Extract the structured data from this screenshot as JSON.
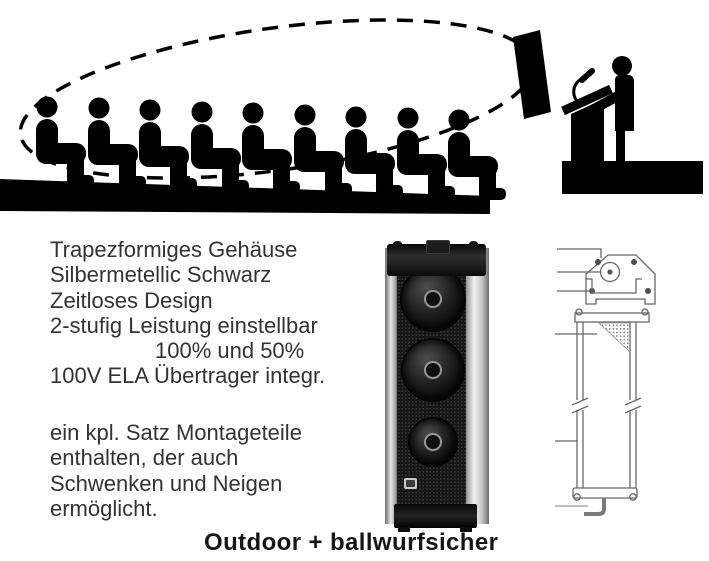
{
  "caption": {
    "text": "Outdoor + ballwurfsicher"
  },
  "features": {
    "lines": [
      "Trapezformiges Gehäuse",
      "Silbermetellic Schwarz",
      "Zeitloses Design",
      "2-stufig Leistung einstellbar",
      "100% und 50%",
      "100V ELA Übertrager integr."
    ]
  },
  "mounting": {
    "lines": [
      "ein kpl. Satz Montageteile",
      "enthalten, der auch",
      "Schwenken und Neigen",
      "ermöglicht."
    ]
  },
  "illustration": {
    "audience_figures": 9,
    "icons": [
      "seated-figure-icon",
      "coverage-ellipse-icon",
      "column-speaker-icon",
      "lectern-icon",
      "microphone-icon",
      "presenter-icon",
      "stage-platform-icon"
    ]
  },
  "product_photo": {
    "type": "column-speaker-photo",
    "drivers": 3
  },
  "tech_drawing": {
    "views": [
      "top-view",
      "front-view"
    ]
  },
  "colors": {
    "background": "#ffffff",
    "text": "#333333",
    "caption": "#151515",
    "pictogram": "#000000",
    "drawing_line": "#686868",
    "grille": "#161616",
    "rail_silver": "#c9c9c9"
  }
}
